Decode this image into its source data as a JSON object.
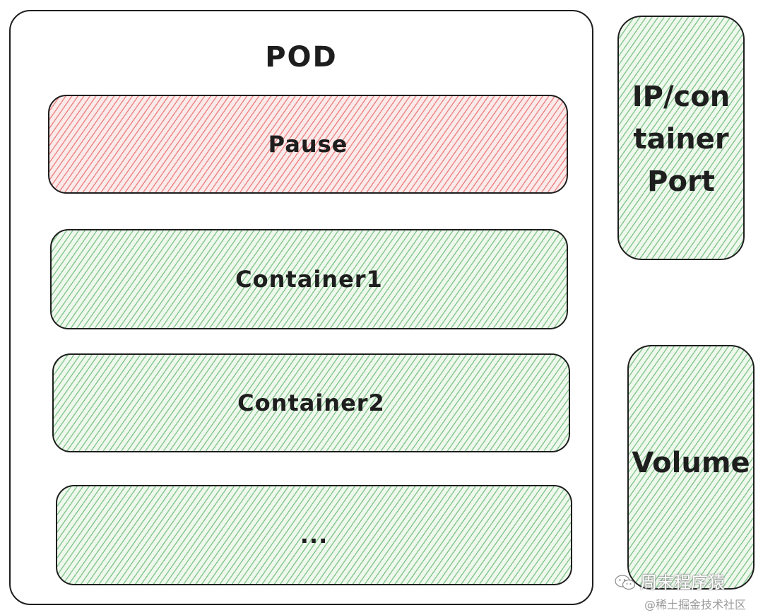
{
  "pod": {
    "title": "POD",
    "rows": [
      {
        "label": "Pause"
      },
      {
        "label": "Container1"
      },
      {
        "label": "Container2"
      },
      {
        "label": "..."
      }
    ]
  },
  "side": {
    "ip_port_lines": [
      "IP/con",
      "tainer",
      "Port"
    ],
    "volume_label": "Volume"
  },
  "watermark": {
    "wechat_name": "周末程序猿",
    "community": "@稀土掘金技术社区"
  },
  "colors": {
    "stroke": "#1e1e1e",
    "red_hatch": "#e03131",
    "green_hatch": "#2f9e44"
  }
}
